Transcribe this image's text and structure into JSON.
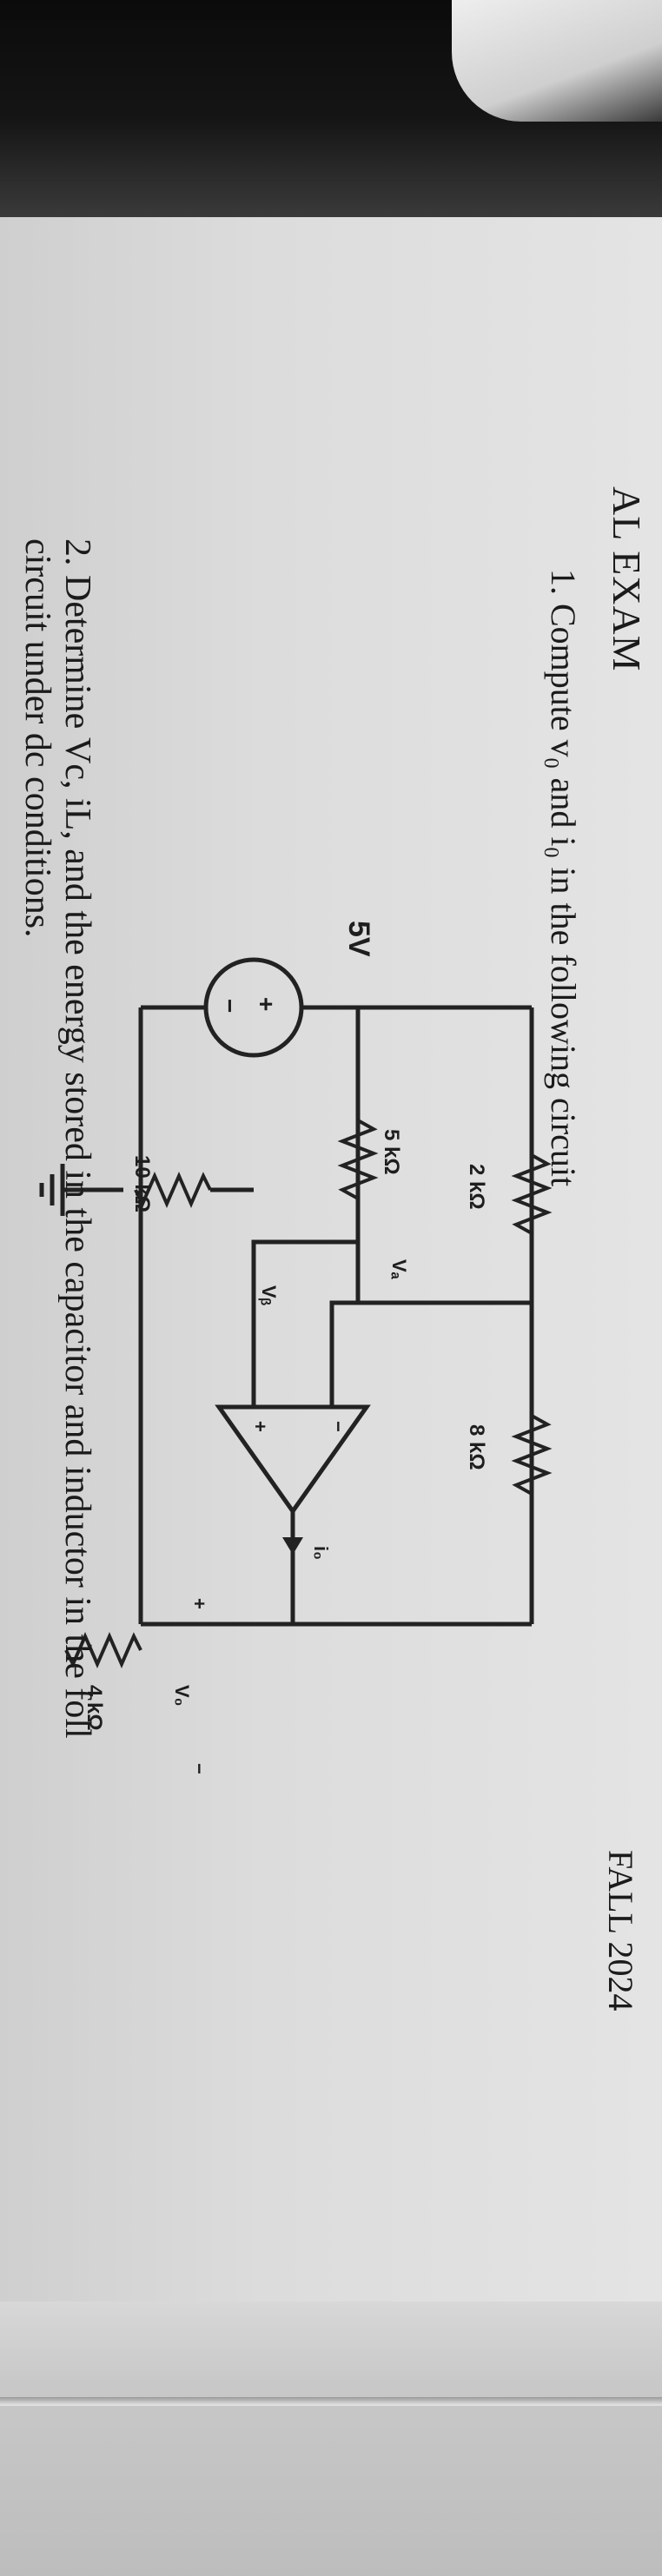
{
  "header": {
    "title_partial": "AL EXAM",
    "term": "FALL 2024"
  },
  "questions": [
    {
      "number": "1.",
      "text": "Compute v₀ and i₀ in the following circuit"
    },
    {
      "number": "2.",
      "line1": "Determine Vc, iL, and the energy stored in the capacitor and inductor in the foll",
      "line2": "circuit under dc conditions."
    }
  ],
  "circuit": {
    "source_label": "5V",
    "source_plus": "+",
    "source_minus": "−",
    "r1_label": "2 kΩ",
    "r2_label": "5 kΩ",
    "r3_label": "10 kΩ",
    "r4_label": "8 kΩ",
    "r5_label": "4 kΩ",
    "node_a_label": "Vₐ",
    "node_b_label": "Vᵦ",
    "opamp_minus": "−",
    "opamp_plus": "+",
    "io_label": "i₀",
    "vo_label": "V₀",
    "vo_plus": "+",
    "vo_minus": "−"
  }
}
